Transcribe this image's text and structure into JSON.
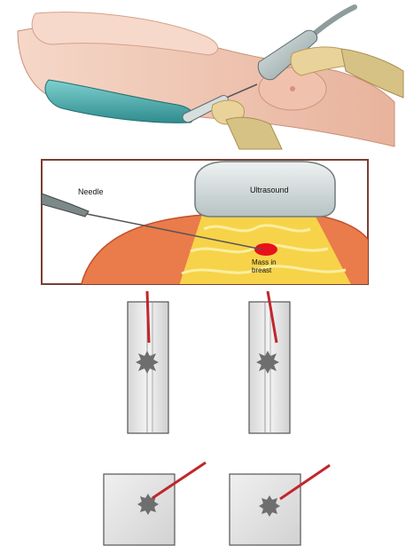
{
  "cross_section": {
    "needle_label": "Needle",
    "ultrasound_label": "Ultrasound",
    "mass_label_line1": "Mass in",
    "mass_label_line2": "breast"
  },
  "colors": {
    "skin": "#f3c9b5",
    "skin_shadow": "#d9a690",
    "towel": "#58b3b4",
    "probe": "#b9c6c6",
    "glove": "#e9d39a",
    "frame_border": "#7a3f32",
    "tissue": "#ea7b4b",
    "fat_yellow": "#f7d34a",
    "mass_red": "#e8121a",
    "needle_red": "#c0272d",
    "lesion_gray": "#6e6e6e"
  }
}
